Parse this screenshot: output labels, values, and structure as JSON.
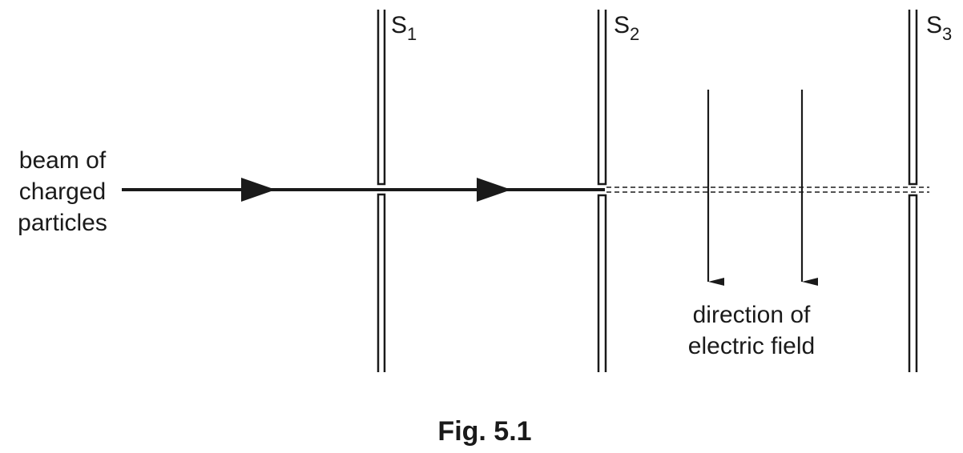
{
  "beam_label": {
    "line1": "beam of",
    "line2": "charged",
    "line3": "particles"
  },
  "slits": [
    {
      "letter": "S",
      "subscript": "1"
    },
    {
      "letter": "S",
      "subscript": "2"
    },
    {
      "letter": "S",
      "subscript": "3"
    }
  ],
  "field_label": {
    "line1": "direction of",
    "line2": "electric field"
  },
  "caption": "Fig. 5.1"
}
